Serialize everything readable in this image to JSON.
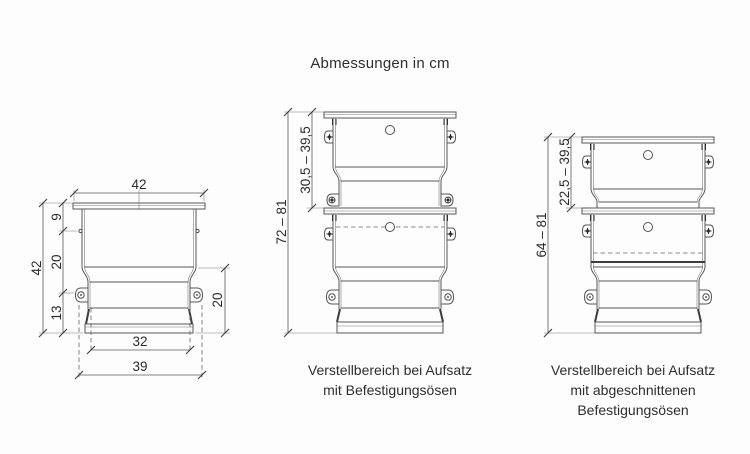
{
  "title": "Abmessungen in cm",
  "drawings": {
    "single": {
      "dims": {
        "flange_width": "42",
        "height_total": "42",
        "height_top": "9",
        "height_middle": "20",
        "height_bottom": "13",
        "insert_depth": "20",
        "width_inner": "32",
        "width_outer": "39"
      }
    },
    "stacked_lugs": {
      "dims": {
        "total_range": "72 – 81",
        "upper_range": "30,5 – 39,5"
      },
      "caption": [
        "Verstellbereich bei Aufsatz",
        "mit Befestigungsösen"
      ]
    },
    "stacked_cut": {
      "dims": {
        "total_range": "64 – 81",
        "upper_range": "22,5 – 39,5"
      },
      "caption": [
        "Verstellbereich bei Aufsatz",
        "mit abgeschnittenen",
        "Befestigungsösen"
      ]
    }
  }
}
